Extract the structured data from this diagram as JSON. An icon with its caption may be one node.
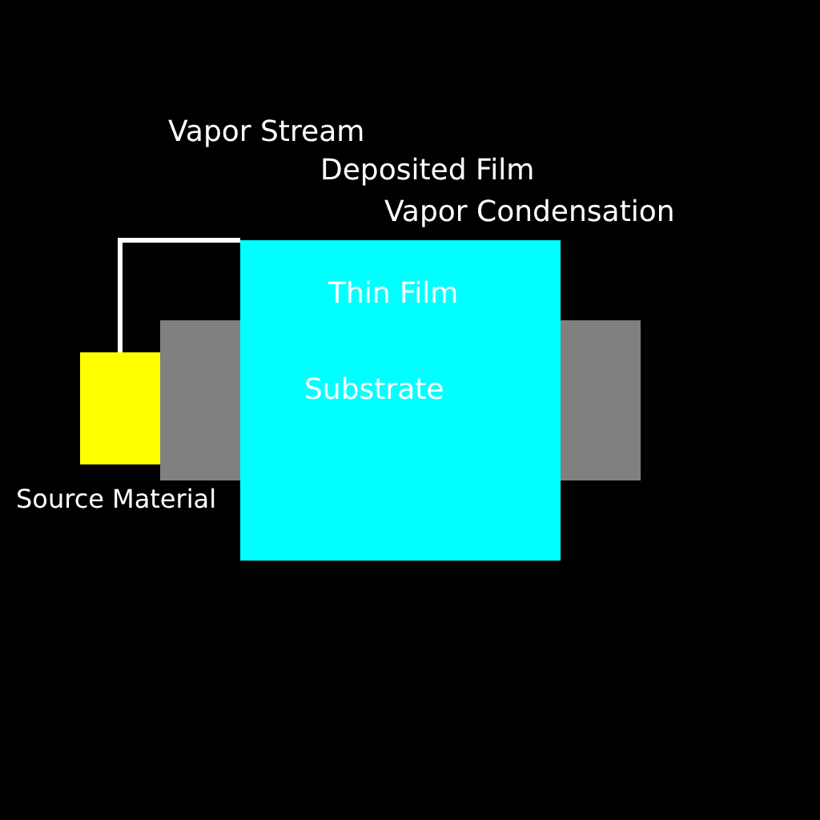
{
  "diagram": {
    "nodes": [
      {
        "text": [
          "Source Material"
        ]
      },
      {
        "text": [],
        "shape": "box"
      },
      {
        "text": [
          "Thin Film",
          "Substrate"
        ]
      },
      {
        "text": [],
        "shape": "box"
      }
    ],
    "edges": [
      {
        "from": 0,
        "to": 2,
        "arrow": "none",
        "label": "Vapor Stream"
      }
    ],
    "labels": [
      "Deposited Film",
      "Vapor Condensation"
    ]
  }
}
